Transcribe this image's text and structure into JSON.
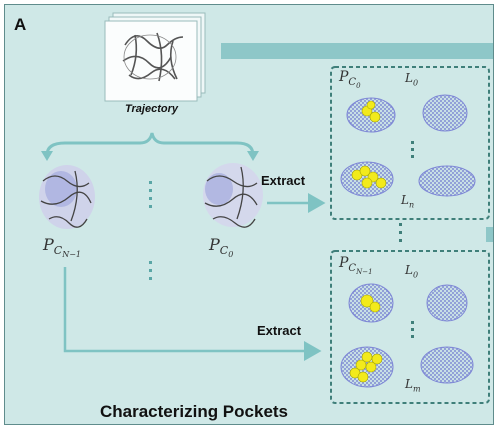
{
  "panel_label": "A",
  "trajectory": {
    "label": "Trajectory"
  },
  "frames": [
    {
      "symbol": "P",
      "subscript": "C",
      "sub_index": "N−1"
    },
    {
      "symbol": "P",
      "subscript": "C",
      "sub_index": "0"
    }
  ],
  "extract_labels": [
    "Extract",
    "Extract"
  ],
  "boxes": [
    {
      "header": {
        "symbol": "P",
        "subscript": "C",
        "sub_index": "0"
      },
      "ligand_first": {
        "symbol": "L",
        "sub": "0"
      },
      "ligand_last": {
        "symbol": "L",
        "sub": "n"
      }
    },
    {
      "header": {
        "symbol": "P",
        "subscript": "C",
        "sub_index": "N−1"
      },
      "ligand_first": {
        "symbol": "L",
        "sub": "0"
      },
      "ligand_last": {
        "symbol": "L",
        "sub": "m"
      }
    }
  ],
  "footer_title": "Characterizing Pockets",
  "colors": {
    "panel_bg": "#cfe8e7",
    "accent": "#8ec7c8",
    "arrow": "#7fc3c3",
    "box_border": "#3f7f7a",
    "pocket_mesh": "#7d86d6",
    "ligand": "#f2ea1c"
  }
}
